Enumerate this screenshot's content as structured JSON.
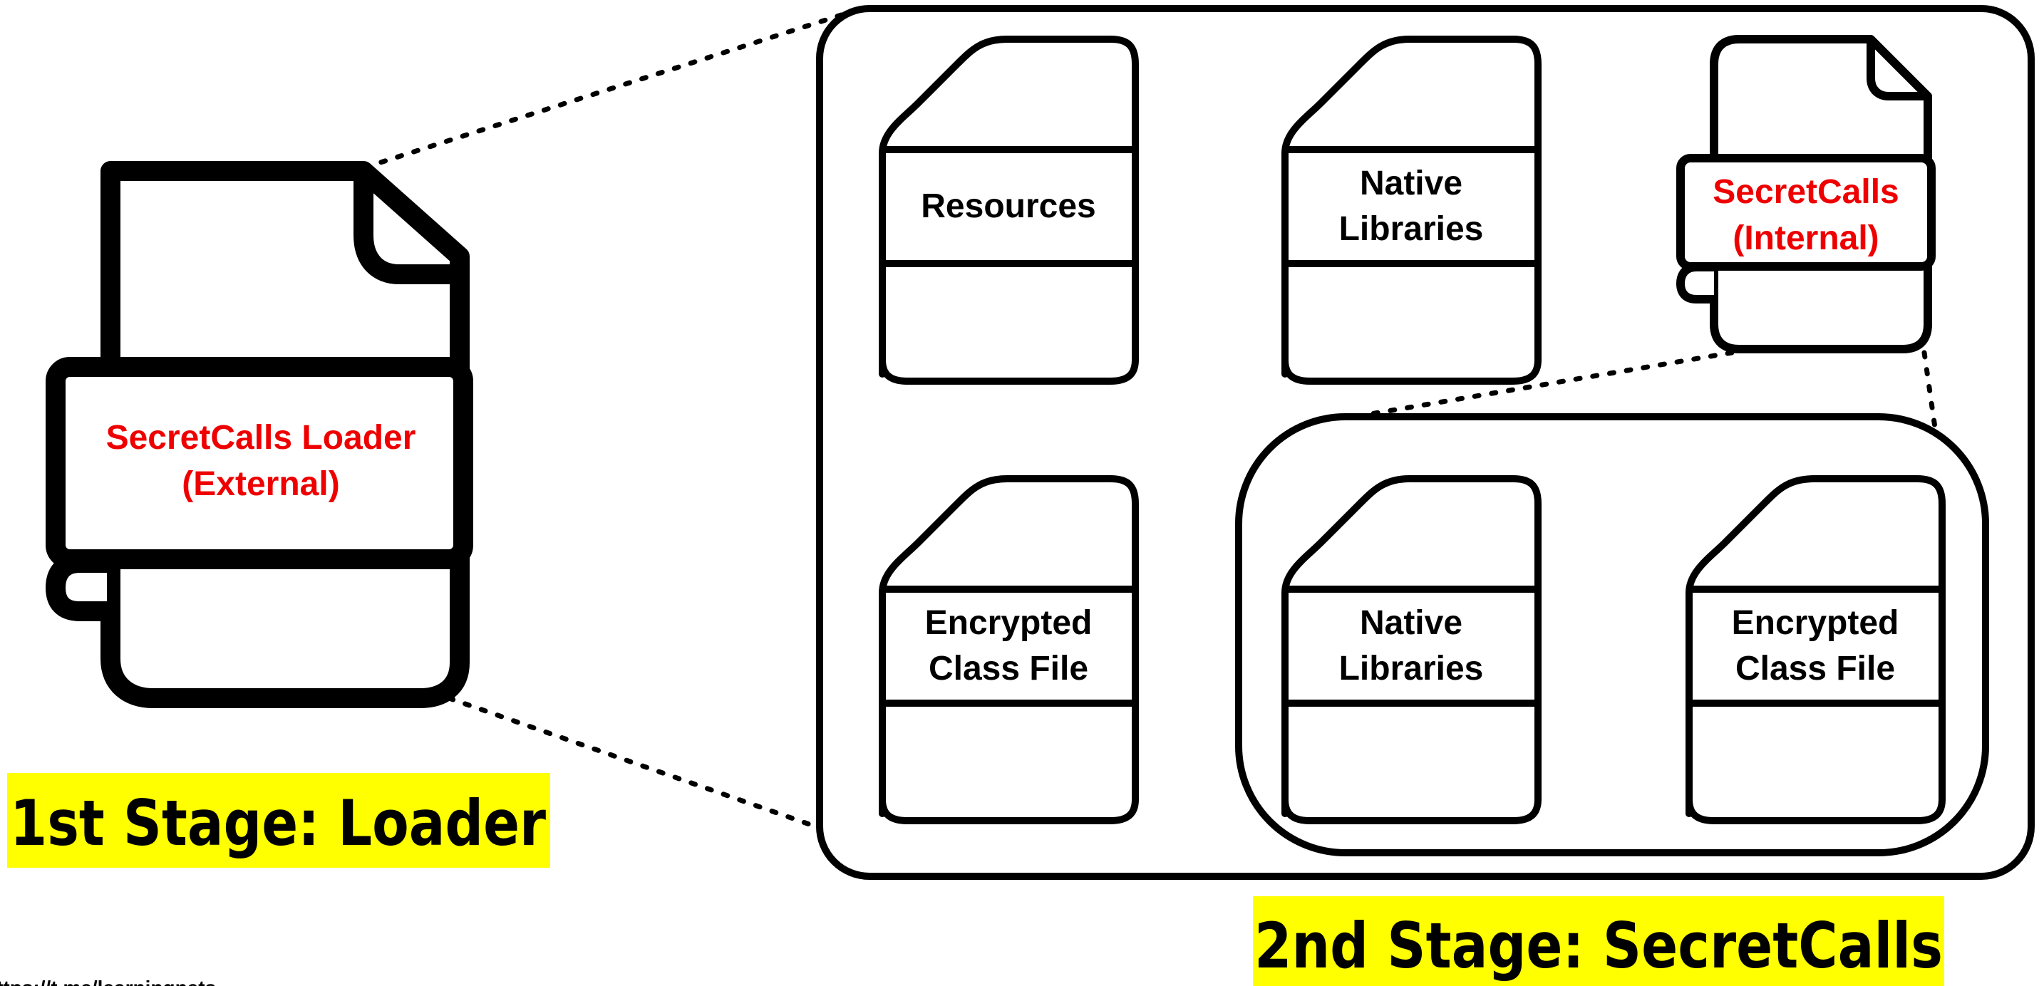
{
  "loader": {
    "label_line1": "SecretCalls Loader",
    "label_line2": "(External)",
    "label_color": "#ee0000"
  },
  "package": {
    "top_row": [
      {
        "line1": "Resources",
        "line2": ""
      },
      {
        "line1": "Native",
        "line2": "Libraries"
      },
      {
        "line1": "SecretCalls",
        "line2": "(Internal)"
      }
    ],
    "bottom_row": [
      {
        "line1": "Encrypted",
        "line2": "Class File"
      },
      {
        "line1": "Native",
        "line2": "Libraries"
      },
      {
        "line1": "Encrypted",
        "line2": "Class File"
      }
    ]
  },
  "stages": {
    "first": "1st Stage: Loader",
    "second": "2nd Stage: SecretCalls",
    "highlight_color": "#ffff00"
  },
  "footer": {
    "url": "https://t.me/learningnets"
  }
}
